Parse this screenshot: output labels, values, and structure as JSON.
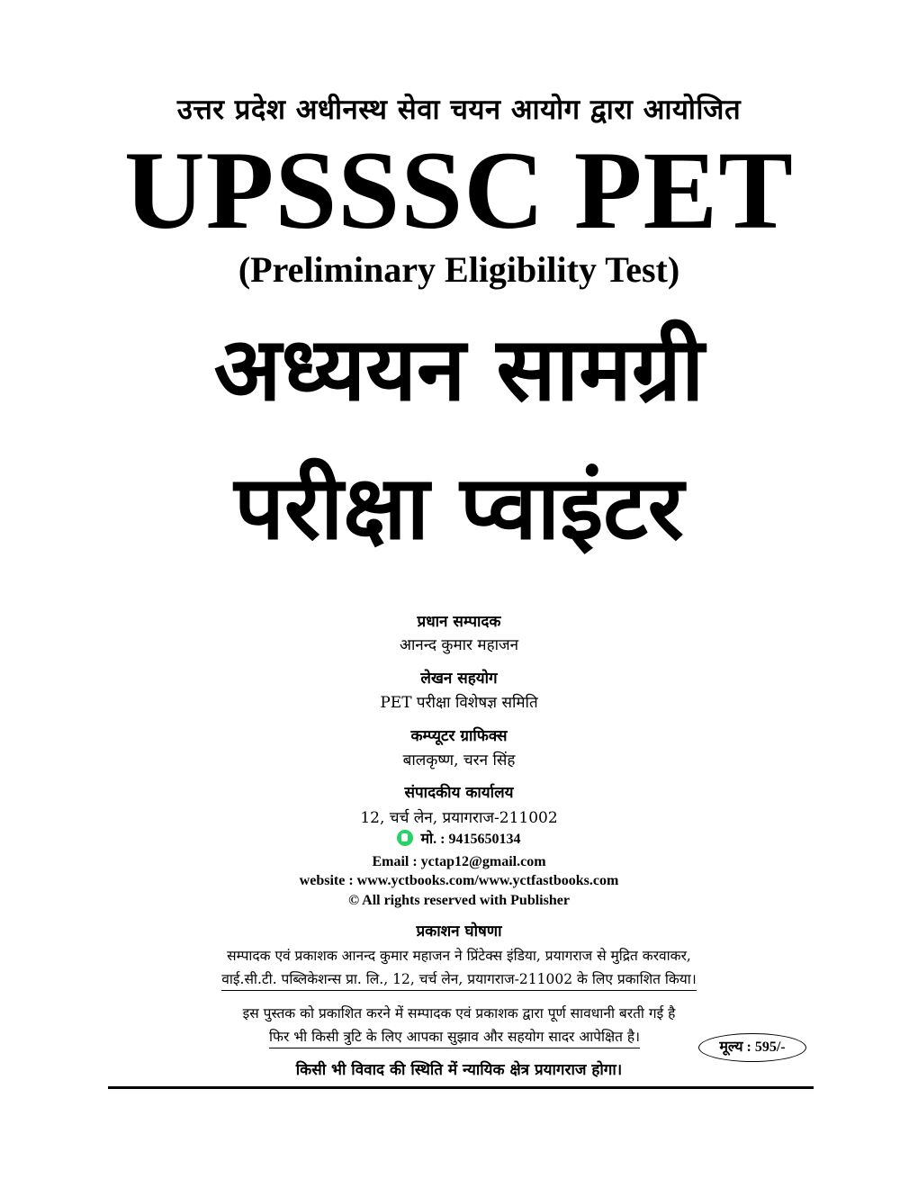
{
  "header": {
    "organizer": "उत्तर प्रदेश अधीनस्थ सेवा चयन आयोग द्वारा आयोजित",
    "title": "UPSSSC PET",
    "subtitle": "(Preliminary Eligibility Test)",
    "hindi_title_1": "अध्ययन सामग्री",
    "hindi_title_2": "परीक्षा प्वाइंटर"
  },
  "credits": {
    "chief_editor_label": "प्रधान सम्पादक",
    "chief_editor": "आनन्द कुमार महाजन",
    "writing_label": "लेखन सहयोग",
    "writing": "PET परीक्षा विशेषज्ञ समिति",
    "graphics_label": "कम्प्यूटर ग्राफिक्स",
    "graphics": "बालकृष्ण, चरन सिंह",
    "office_label": "संपादकीय कार्यालय",
    "office_address": "12, चर्च लेन, प्रयागराज-211002",
    "mobile": "मो. : 9415650134",
    "email": "Email : yctap12@gmail.com",
    "website": "website : www.yctbooks.com/www.yctfastbooks.com",
    "rights": "© All rights reserved with Publisher"
  },
  "publication": {
    "label": "प्रकाशन घोषणा",
    "line1": "सम्पादक एवं प्रकाशक आनन्द कुमार महाजन ने प्रिंटेक्स इंडिया, प्रयागराज से मुद्रित करवाकर,",
    "line2": "वाई.सी.टी. पब्लिकेशन्स प्रा. लि., 12, चर्च लेन, प्रयागराज-211002 के लिए प्रकाशित किया।",
    "notice1": "इस पुस्तक को प्रकाशित करने में सम्पादक एवं प्रकाशक द्वारा पूर्ण सावधानी बरती गई है",
    "notice2": "फिर भी किसी त्रुटि के लिए आपका सुझाव और सहयोग सादर आपेक्षित है।",
    "price": "मूल्य : 595/-",
    "jurisdiction": "किसी भी विवाद की स्थिति में न्यायिक क्षेत्र प्रयागराज होगा।"
  },
  "icons": {
    "phone_icon": "whatsapp-icon",
    "brand_color": "#25d366"
  }
}
